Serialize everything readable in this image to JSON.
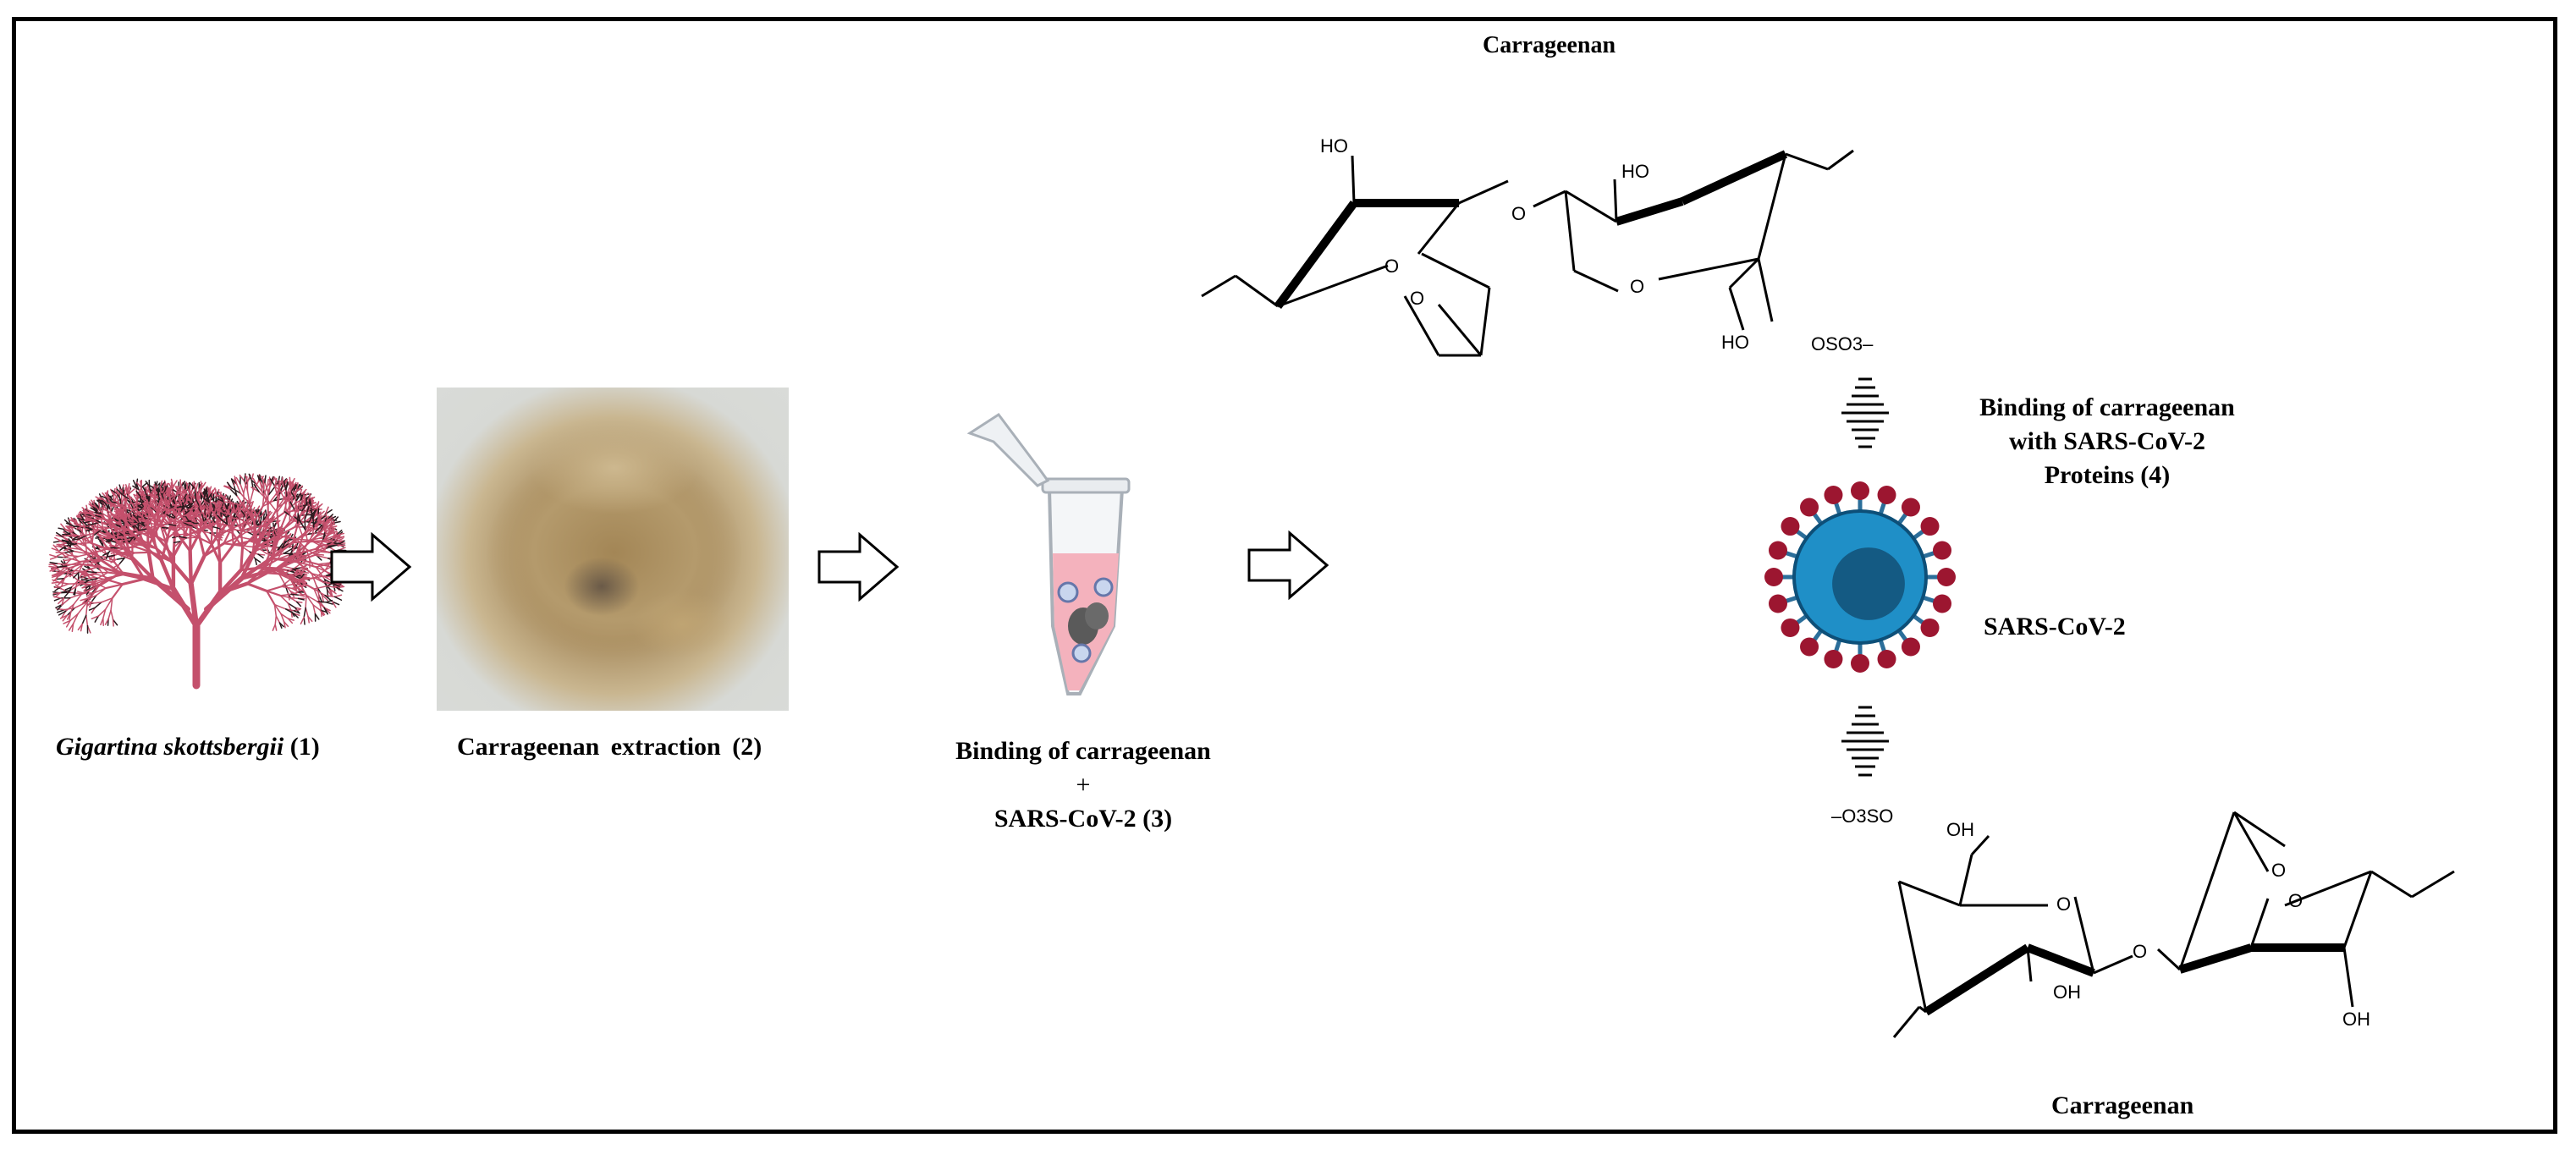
{
  "steps": [
    {
      "label_italic": "Gigartina skottsbergii",
      "label_suffix": " (1)"
    },
    {
      "label": "Carrageenan extraction (2)"
    },
    {
      "label_line1": "Binding of carrageenan",
      "label_line2": "+",
      "label_line3": "SARS-CoV-2 (3)"
    }
  ],
  "right_panel": {
    "top_title": "Carrageenan",
    "bottom_title": "Carrageenan",
    "binding_line1": "Binding of carrageenan",
    "binding_line2": "with SARS-CoV-2",
    "binding_line3": "Proteins (4)",
    "virus_label": "SARS-CoV-2"
  },
  "chem_top": {
    "ho1": "HO",
    "ho2": "HO",
    "ho3": "HO",
    "o_ring1": "O",
    "o_ring2": "O",
    "o_bridge": "O",
    "o_link": "O",
    "oso3": "OSO3–"
  },
  "chem_bottom": {
    "oso3": "–O3SO",
    "oh1": "OH",
    "oh2": "OH",
    "oh3": "OH",
    "o_ring1": "O",
    "o_ring2": "O",
    "o_bridge": "O",
    "o_link": "O"
  },
  "colors": {
    "seaweed": "#c4506c",
    "seaweed_dark": "#2a1a1e",
    "virus_blue": "#1f8fc7",
    "spike_red": "#9c1630",
    "tube_liquid": "#f4b2bd"
  }
}
